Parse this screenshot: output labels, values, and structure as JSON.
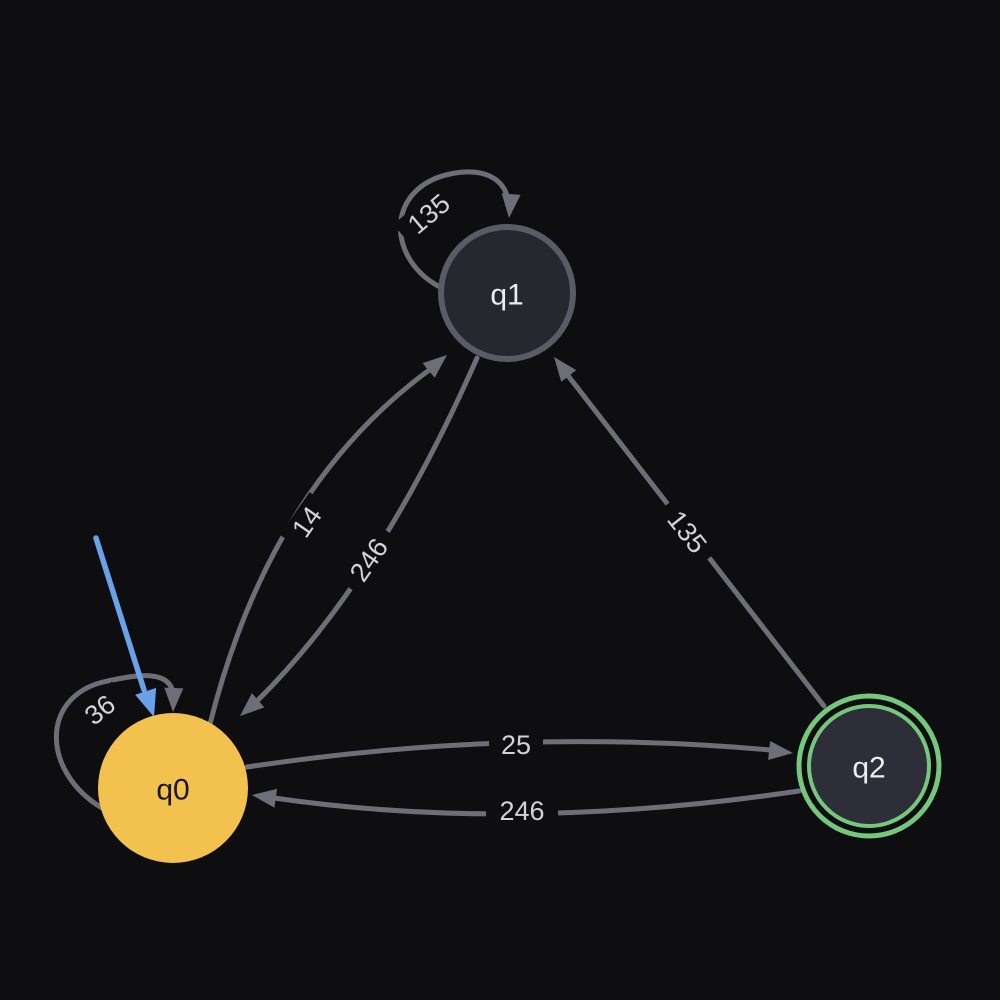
{
  "diagram": {
    "type": "finite-state-machine",
    "states": [
      {
        "id": "q0",
        "label": "q0",
        "kind": "start-current",
        "fill": "#f2c14e"
      },
      {
        "id": "q1",
        "label": "q1",
        "kind": "normal",
        "fill": "#27272f"
      },
      {
        "id": "q2",
        "label": "q2",
        "kind": "accepting",
        "fill": "#2e2e38"
      }
    ],
    "transitions": [
      {
        "from": "q1",
        "to": "q1",
        "label": "135"
      },
      {
        "from": "q0",
        "to": "q0",
        "label": "36"
      },
      {
        "from": "q0",
        "to": "q1",
        "label": "14"
      },
      {
        "from": "q1",
        "to": "q0",
        "label": "246"
      },
      {
        "from": "q2",
        "to": "q1",
        "label": "135"
      },
      {
        "from": "q0",
        "to": "q2",
        "label": "25"
      },
      {
        "from": "q2",
        "to": "q0",
        "label": "246"
      }
    ],
    "colors": {
      "background": "#0e0e11",
      "edge": "#6e6e78",
      "edge_label": "#d3d3d7",
      "state_border": "#5b5b66",
      "state_text_light": "#ededf0",
      "state_text_dark": "#16161c",
      "start_state_fill": "#f2c14e",
      "accepting_ring": "#74c77d",
      "start_arrow": "#69a2e7"
    }
  }
}
